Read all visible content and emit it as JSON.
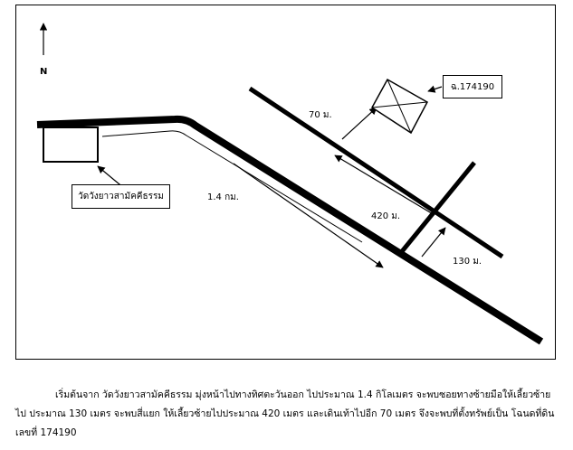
{
  "map": {
    "north_label": "N",
    "temple_label": "วัดวังยาวสามัคคีธรรม",
    "deed_label": "ฉ.174190",
    "distance_main": "1.4 กม.",
    "distance_soi": "130 ม.",
    "distance_branch": "420 ม.",
    "distance_walk": "70 ม."
  },
  "description": {
    "text": "เริ่มต้นจาก วัดวังยาวสามัคคีธรรม มุ่งหน้าไปทางทิศตะวันออก ไปประมาณ 1.4 กิโลเมตร จะพบซอยทางซ้ายมือให้เลี้ยวซ้ายไป ประมาณ 130 เมตร จะพบสี่แยก ให้เลี้ยวซ้ายไปประมาณ 420 เมตร และเดินเท้าไปอีก 70 เมตร จึงจะพบที่ตั้งทรัพย์เป็น โฉนดที่ดินเลขที่ 174190"
  }
}
